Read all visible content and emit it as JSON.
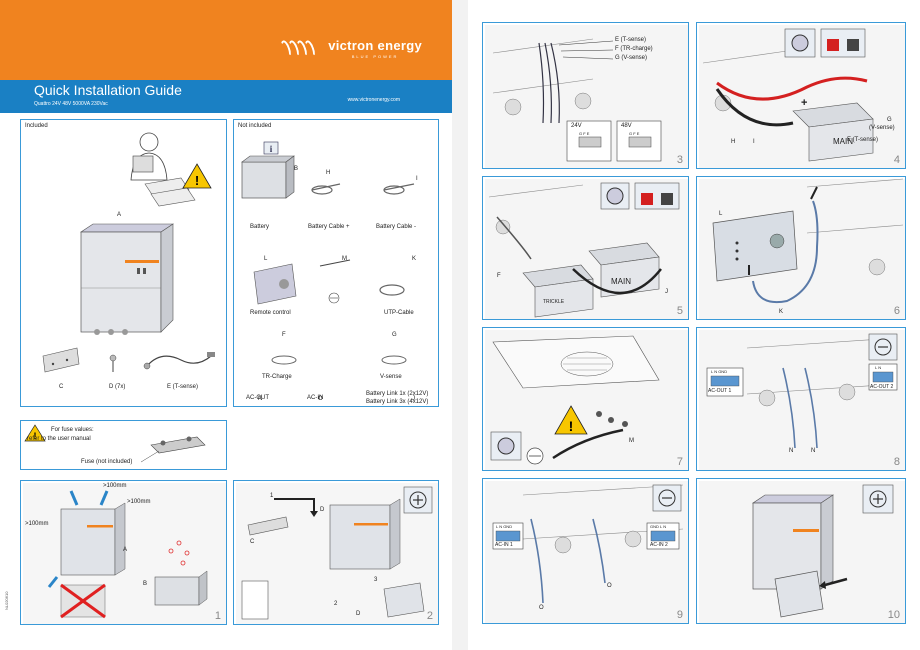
{
  "header": {
    "logo_name": "victron energy",
    "logo_tagline": "BLUE POWER",
    "title": "Quick Installation Guide",
    "subtitle": "Quattro 24V 48V 5000VA 230Vac",
    "url": "www.victronenergy.com"
  },
  "included": {
    "title": "Included",
    "labels": {
      "a": "A",
      "c": "C",
      "d": "D (7x)",
      "e": "E (T-sense)"
    }
  },
  "not_included": {
    "title": "Not included",
    "items": {
      "battery": "Battery",
      "b": "B",
      "h": "H",
      "cable_plus": "Battery Cable +",
      "i": "I",
      "cable_minus": "Battery Cable -",
      "l": "L",
      "remote": "Remote control",
      "m": "M",
      "k": "K",
      "utp": "UTP-Cable",
      "f": "F",
      "trcharge": "TR-Charge",
      "g": "G",
      "vsense": "V-sense",
      "n": "N",
      "acout": "AC-OUT",
      "o": "O",
      "acin": "AC-IN",
      "j": "J",
      "link1": "Battery Link 1x (2x12V)",
      "link3": "Battery Link 3x (4x12V)"
    }
  },
  "fuse": {
    "line1": "For fuse values:",
    "line2": "refer to the user manual",
    "label": "Fuse (not included)"
  },
  "step1": {
    "num": "1",
    "clear_top": ">100mm",
    "clear_side": ">100mm",
    "clear_left": ">100mm",
    "a": "A",
    "b": "B"
  },
  "step2": {
    "num": "2",
    "c": "C",
    "d_top": "D",
    "d_bottom": "D",
    "circ1": "1",
    "circ2": "2",
    "circ3": "3"
  },
  "step3": {
    "num": "3",
    "e": "E (T-sense)",
    "f": "F (TR-charge)",
    "g": "G (V-sense)",
    "v24": "24V",
    "v48": "48V",
    "term1": "G F E",
    "term2": "G F E"
  },
  "step4": {
    "num": "4",
    "h": "H",
    "i": "I",
    "g": "G",
    "vsense": "(V-sense)",
    "e": "E (T-sense)",
    "main": "MAIN",
    "plus": "+"
  },
  "step5": {
    "num": "5",
    "f": "F",
    "j": "J",
    "trickle": "TRICKLE",
    "main": "MAIN"
  },
  "step6": {
    "num": "6",
    "l": "L",
    "k": "K"
  },
  "step7": {
    "num": "7",
    "m": "M"
  },
  "step8": {
    "num": "8",
    "n1": "N",
    "n2": "N",
    "acout1": "AC-OUT 1",
    "acout2": "AC-OUT 2",
    "t1": "L N GND",
    "t2": "L N"
  },
  "step9": {
    "num": "9",
    "o1": "O",
    "o2": "O",
    "acin1": "AC-IN 1",
    "acin2": "AC-IN 2",
    "t1": "L N GND",
    "t2": "GND L N"
  },
  "step10": {
    "num": "10"
  },
  "doc_code": "NL020610"
}
